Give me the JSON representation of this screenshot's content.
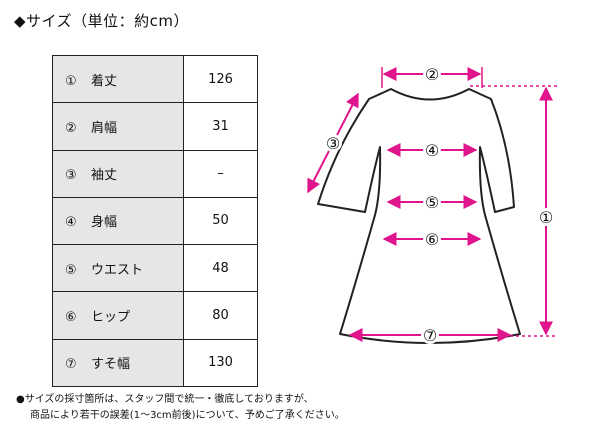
{
  "title": "◆サイズ（単位：約cm）",
  "table": {
    "rows": [
      {
        "num": "①",
        "name": "着丈",
        "value": "126"
      },
      {
        "num": "②",
        "name": "肩幅",
        "value": "31"
      },
      {
        "num": "③",
        "name": "袖丈",
        "value": "–"
      },
      {
        "num": "④",
        "name": "身幅",
        "value": "50"
      },
      {
        "num": "⑤",
        "name": "ウエスト",
        "value": "48"
      },
      {
        "num": "⑥",
        "name": "ヒップ",
        "value": "80"
      },
      {
        "num": "⑦",
        "name": "すそ幅",
        "value": "130"
      }
    ]
  },
  "notes": {
    "line1": "●サイズの採寸箇所は、スタッフ間で統一・徹底しておりますが、",
    "line2": "商品により若干の誤差(1～3cm前後)について、予めご了承ください。"
  },
  "diagram": {
    "markers": [
      "①",
      "②",
      "③",
      "④",
      "⑤",
      "⑥",
      "⑦"
    ],
    "arrow_color": "#e0148c",
    "outline_color": "#222222"
  }
}
